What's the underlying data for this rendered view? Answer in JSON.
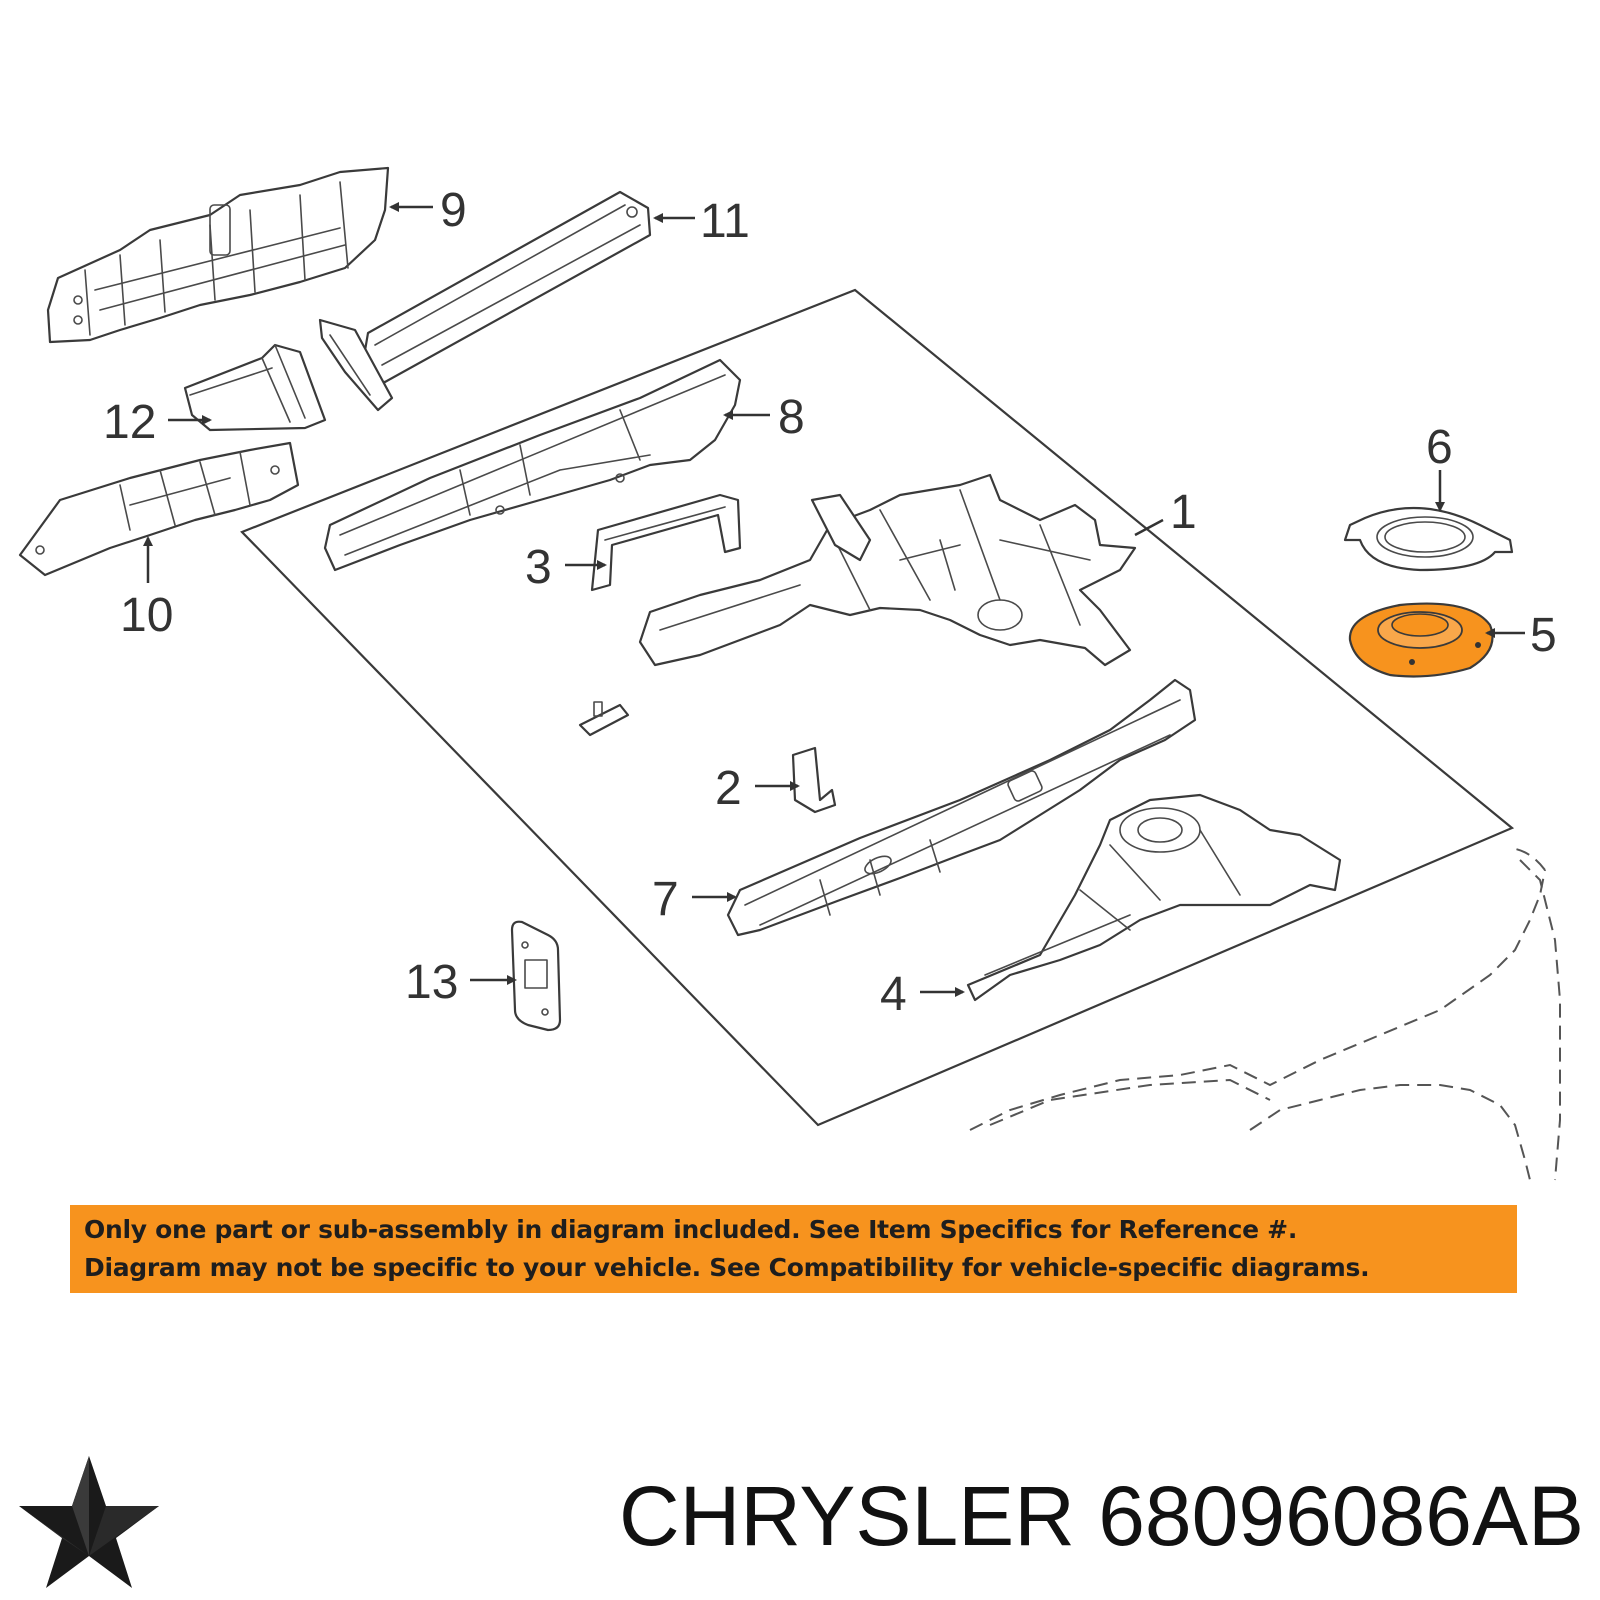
{
  "diagram": {
    "callouts": [
      {
        "id": "1",
        "label": "1"
      },
      {
        "id": "2",
        "label": "2"
      },
      {
        "id": "3",
        "label": "3"
      },
      {
        "id": "4",
        "label": "4"
      },
      {
        "id": "5",
        "label": "5"
      },
      {
        "id": "6",
        "label": "6"
      },
      {
        "id": "7",
        "label": "7"
      },
      {
        "id": "8",
        "label": "8"
      },
      {
        "id": "9",
        "label": "9"
      },
      {
        "id": "10",
        "label": "10"
      },
      {
        "id": "11",
        "label": "11"
      },
      {
        "id": "12",
        "label": "12"
      },
      {
        "id": "13",
        "label": "13"
      }
    ],
    "highlight_color": "#f7931e"
  },
  "notice": {
    "line1": "Only one part or sub-assembly in diagram included. See Item Specifics for Reference #.",
    "line2": "Diagram may not be specific to your vehicle. See Compatibility for vehicle-specific diagrams.",
    "background": "#f7931e"
  },
  "brand": {
    "logo_icon": "pentastar-icon",
    "text": "CHRYSLER 68096086AB"
  }
}
